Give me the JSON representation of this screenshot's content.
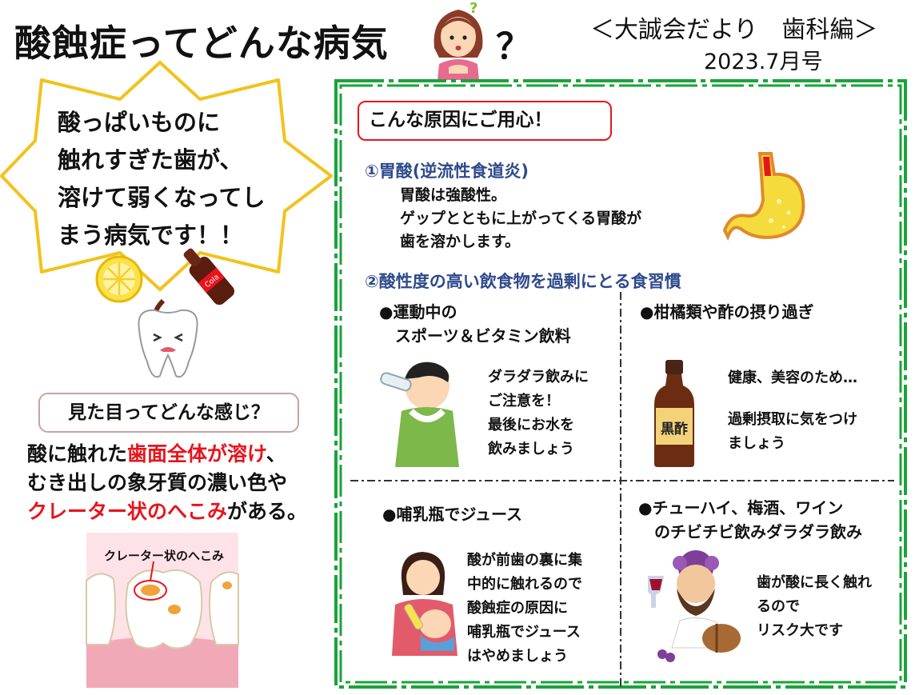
{
  "header": {
    "title": "酸蝕症ってどんな病気",
    "title_suffix": "？",
    "newsletter": "＜大誠会だより　歯科編＞",
    "issue": "2023.7月号"
  },
  "intro": {
    "lines": [
      "酸っぱいものに",
      "触れすぎた歯が、",
      "溶けて弱くなってし",
      "まう病気です！！"
    ]
  },
  "looks": {
    "question": "見た目ってどんな感じ？",
    "line1_pre": "酸に触れた",
    "line1_red": "歯面全体が溶け",
    "line1_post": "、",
    "line2": "むき出しの象牙質の濃い色や",
    "line3_red": "クレーター状のへこみ",
    "line3_post": "がある。",
    "crater_label": "クレーター状のへこみ"
  },
  "causes": {
    "heading": "こんな原因にご用心！",
    "cause1": {
      "title": "①胃酸(逆流性食道炎)",
      "lines": [
        "胃酸は強酸性。",
        "ゲップとともに上がってくる胃酸が",
        "歯を溶かします。"
      ]
    },
    "cause2": {
      "title": "②酸性度の高い飲食物を過剰にとる食習慣",
      "items": [
        {
          "title_lines": [
            "●運動中の",
            "　スポーツ＆ビタミン飲料"
          ],
          "body_lines": [
            "ダラダラ飲みに",
            "ご注意を！",
            "最後にお水を",
            "飲みましょう"
          ]
        },
        {
          "title_lines": [
            "●柑橘類や酢の摂り過ぎ"
          ],
          "body_lines": [
            "健康、美容のため…",
            "",
            "過剰摂取に気をつけ",
            "ましょう"
          ]
        },
        {
          "title_lines": [
            "●哺乳瓶でジュース"
          ],
          "body_lines": [
            "酸が前歯の裏に集",
            "中的に触れるので",
            "酸蝕症の原因に",
            "哺乳瓶でジュース",
            "はやめましょう"
          ]
        },
        {
          "title_lines": [
            "●チューハイ、梅酒、ワイン",
            "　のチビチビ飲みダラダラ飲み"
          ],
          "body_lines": [
            "歯が酸に長く触れ",
            "るので",
            "リスク大です"
          ]
        }
      ]
    }
  },
  "illustrations": {
    "vinegar_label": "黒酢",
    "cola_label": "Cola"
  },
  "colors": {
    "accent_red": "#e8141c",
    "heading_blue": "#2e4a8c",
    "frame_green": "#1aa33a",
    "burst_yellow": "#f3c21b"
  }
}
